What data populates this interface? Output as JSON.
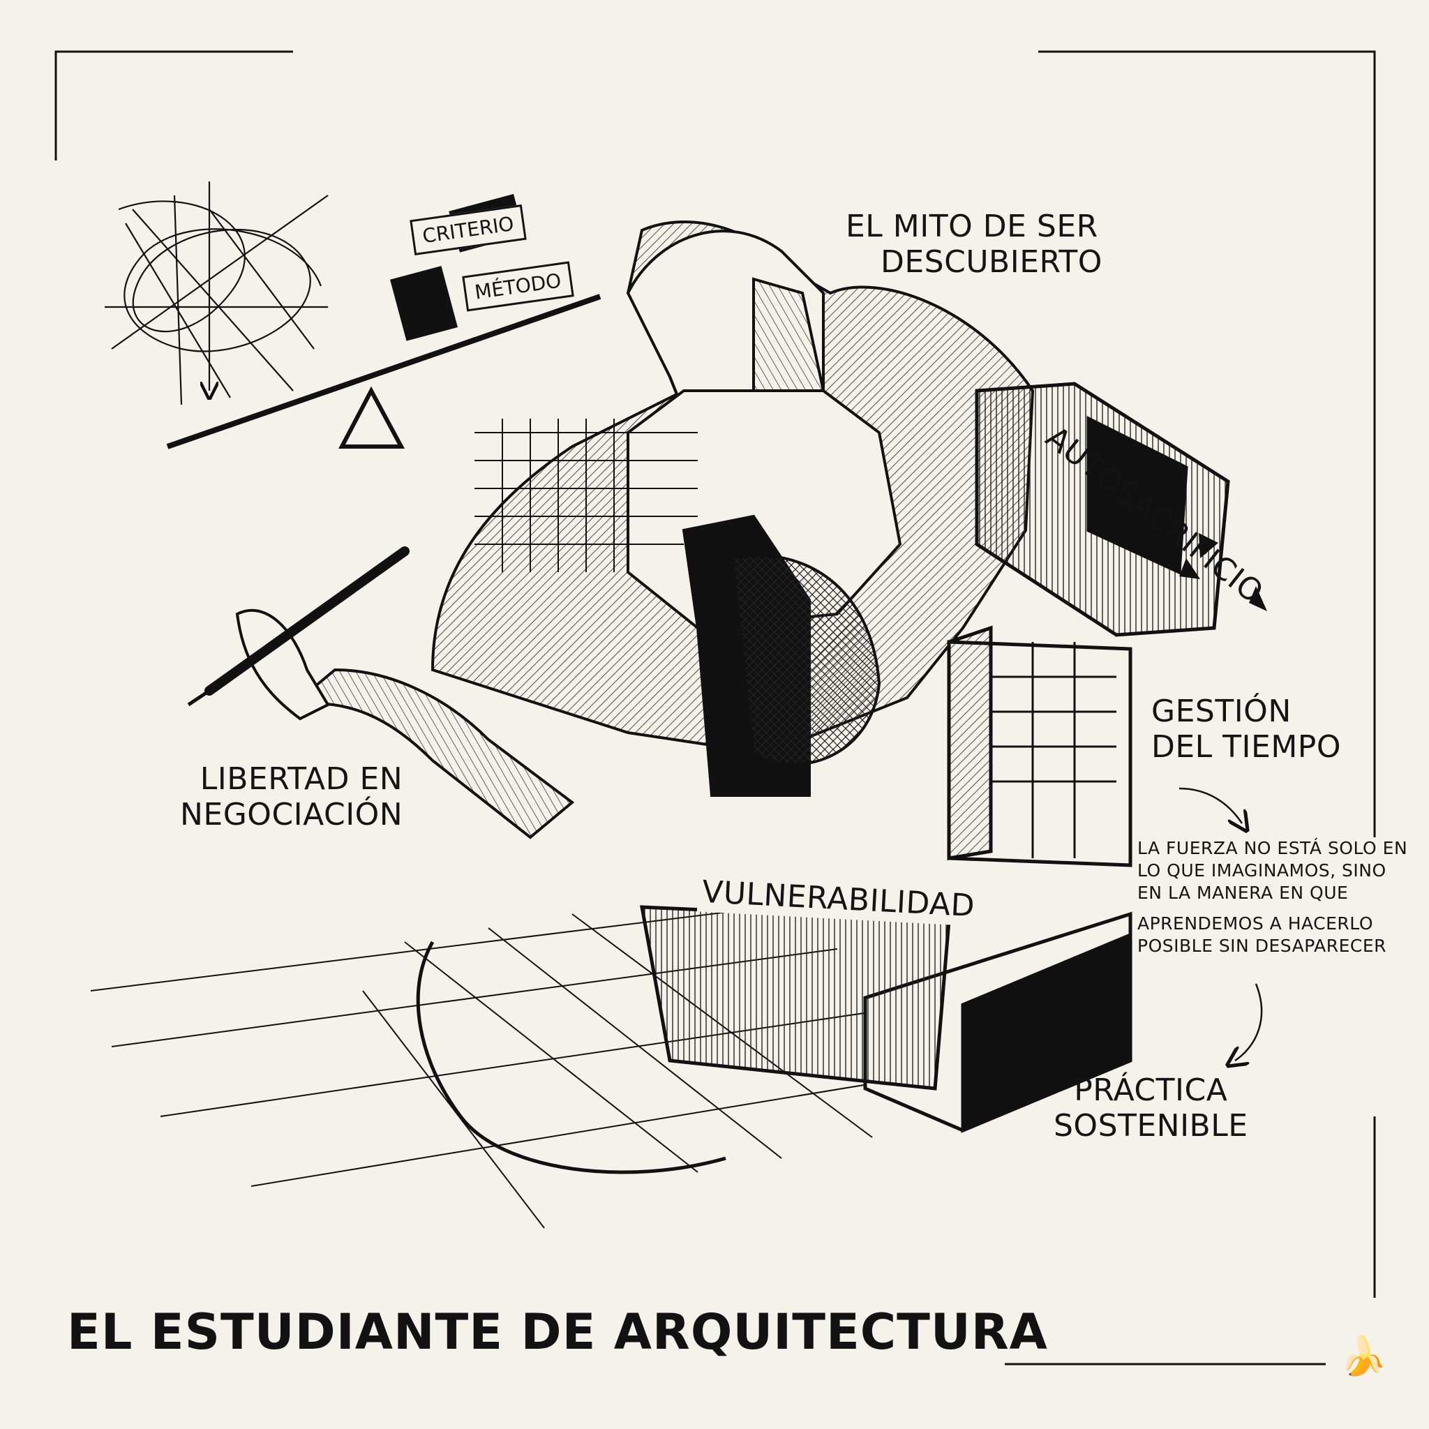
{
  "title": "EL ESTUDIANTE DE ARQUITECTURA",
  "labels": {
    "criterio": "CRITERIO",
    "metodo": "MÉTODO",
    "mito_line1": "EL MITO DE SER",
    "mito_line2": "DESCUBIERTO",
    "autosacrificio": "AUTOSACRIFICIO",
    "gestion_line1": "GESTIÓN",
    "gestion_line2": "DEL TIEMPO",
    "libertad_line1": "LIBERTAD EN",
    "libertad_line2": "NEGOCIACIÓN",
    "vulnerabilidad": "VULNERABILIDAD",
    "practica_line1": "PRÁCTICA",
    "practica_line2": "SOSTENIBLE"
  },
  "quote": {
    "line1": "LA FUERZA NO ESTÁ SOLO EN",
    "line2": "LO QUE IMAGINAMOS, SINO",
    "line3": "EN LA MANERA EN QUE",
    "line4": "APRENDEMOS A HACERLO",
    "line5": "POSIBLE SIN DESAPARECER"
  },
  "icons": {
    "banana": "banana-icon"
  },
  "colors": {
    "paper": "#f4f2ea",
    "ink": "#141414",
    "banana": "#e0b23a"
  }
}
